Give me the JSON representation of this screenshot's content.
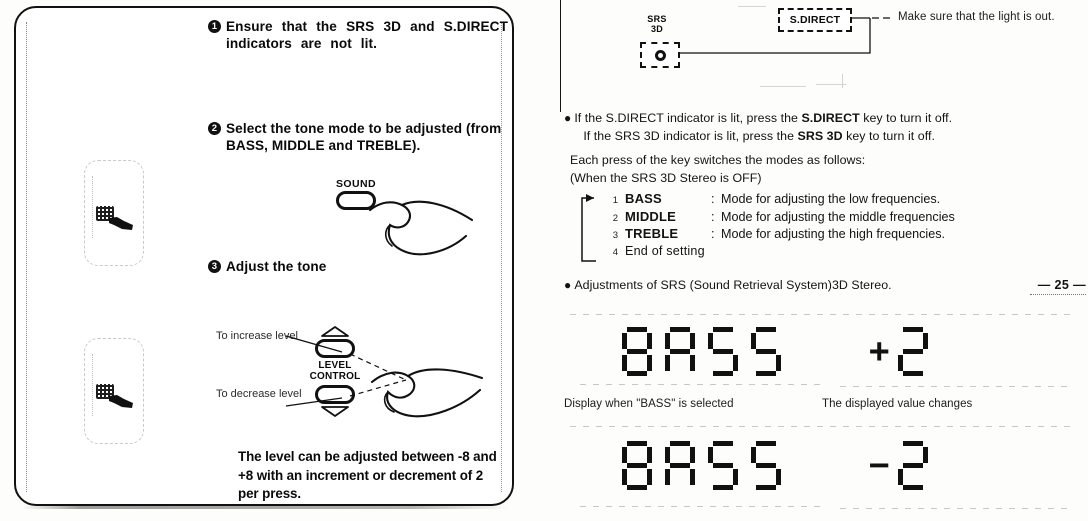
{
  "document": {
    "page_number": "25",
    "page_number_display": "— 25 —"
  },
  "left_panel": {
    "steps": [
      {
        "number": "1",
        "bullet_glyph": "1",
        "text": "Ensure that the SRS 3D and S.DIRECT indicators are not lit."
      },
      {
        "number": "2",
        "bullet_glyph": "2",
        "text": "Select the tone mode to be adjusted (from BASS, MIDDLE and TREBLE)."
      },
      {
        "number": "3",
        "bullet_glyph": "3",
        "text": "Adjust the tone"
      }
    ],
    "sound_key": {
      "label": "SOUND"
    },
    "level_control": {
      "label_line1": "LEVEL",
      "label_line2": "CONTROL",
      "increase_label": "To increase level",
      "decrease_label": "To decrease level",
      "up_icon": "triangle-up-icon",
      "down_icon": "triangle-down-icon"
    },
    "note": "The level can be adjusted between -8 and +8 with an increment or decrement of 2 per press.",
    "remote_icon": "remote-control-icon",
    "hand_icon": "pointing-hand-icon"
  },
  "right_panel": {
    "indicator_diagram": {
      "srs_label_line1": "SRS",
      "srs_label_line2": "3D",
      "srs_indicator_icon": "circle-indicator-icon",
      "sdirect_label": "S.DIRECT",
      "callout": "Make sure that the light is out."
    },
    "paragraph_1_line1": "If the S.DIRECT indicator is lit, press the S.DIRECT key to turn it off.",
    "paragraph_1_line1_bold": "S.DIRECT",
    "paragraph_1_line2": "If the SRS 3D indicator is lit, press the SRS 3D key to turn it off.",
    "paragraph_1_line2_bold": "SRS 3D",
    "paragraph_2_line1": "Each press of the key switches the modes as follows:",
    "paragraph_2_line2": "(When the SRS 3D Stereo is OFF)",
    "modes": [
      {
        "num": "1",
        "name": "BASS",
        "colon": ":",
        "desc": "Mode for adjusting the low frequencies."
      },
      {
        "num": "2",
        "name": "MIDDLE",
        "colon": ":",
        "desc": "Mode for adjusting the middle frequencies"
      },
      {
        "num": "3",
        "name": "TREBLE",
        "colon": ":",
        "desc": "Mode for adjusting the high frequencies."
      },
      {
        "num": "4",
        "name": "End of setting",
        "colon": "",
        "desc": ""
      }
    ],
    "adjustments_line": "Adjustments of SRS (Sound Retrieval System)3D Stereo.",
    "displays": [
      {
        "segment_text": "BASS",
        "value_sign": "+",
        "value_digits": "2",
        "caption_left": "Display when \"BASS\" is selected",
        "caption_right": "The displayed value changes"
      },
      {
        "segment_text": "BASS",
        "value_sign": "−",
        "value_digits": "2",
        "caption_left": "",
        "caption_right": ""
      }
    ]
  },
  "colors": {
    "ink": "#111111",
    "paper": "#fdfdfb",
    "faint": "#c9c9c9"
  }
}
